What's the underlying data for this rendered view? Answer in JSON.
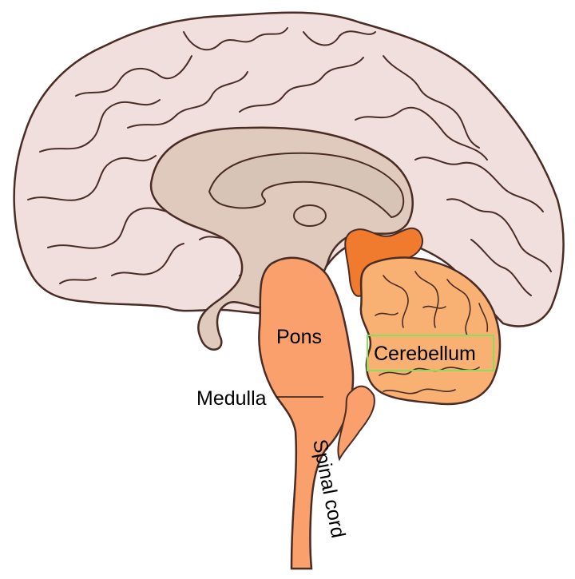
{
  "labels": {
    "pons": "Pons",
    "medulla": "Medulla",
    "cerebellum": "Cerebellum",
    "spinal_cord": "Spinal cord"
  },
  "colors": {
    "background": "#ffffff",
    "cerebrum": "#f0dfdd",
    "outline": "#4a2c25",
    "diencephalon": "#e0cabd",
    "inner_region": "#d8c4b7",
    "brainstem": "#f9a06c",
    "midbrain": "#f07a2e",
    "cerebellum": "#f9b073",
    "highlight_box": "#88e05a",
    "label_text": "#000000"
  },
  "icons": {
    "brain": "brain-sagittal-section-illustration"
  }
}
